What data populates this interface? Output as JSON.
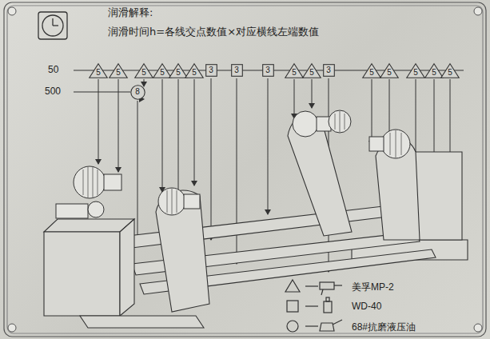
{
  "diagram": {
    "title": "润滑解释:",
    "nodes": [
      {
        "text": [
          "5"
        ]
      },
      {
        "text": [
          "5"
        ]
      },
      {
        "text": [
          "5"
        ]
      },
      {
        "text": [
          "5"
        ]
      },
      {
        "text": [
          "5"
        ]
      },
      {
        "text": [
          "5"
        ]
      },
      {
        "text": [
          "3"
        ]
      },
      {
        "text": [
          "3"
        ]
      },
      {
        "text": [
          "3"
        ]
      },
      {
        "text": [
          "5"
        ]
      },
      {
        "text": [
          "5"
        ]
      },
      {
        "text": [
          "3"
        ]
      },
      {
        "text": [
          "5"
        ]
      },
      {
        "text": [
          "5"
        ]
      },
      {
        "text": [
          "5"
        ]
      },
      {
        "text": [
          "5"
        ]
      },
      {
        "text": [
          "5"
        ]
      },
      {
        "text": [
          "8"
        ]
      }
    ],
    "labels": [
      "50",
      "500",
      "润滑时间h=各线交点数值×对应横线左端数值"
    ],
    "legend": [
      {
        "text": "美孚MP-2"
      },
      {
        "text": "WD-40"
      },
      {
        "text": "68#抗磨液压油"
      }
    ]
  }
}
